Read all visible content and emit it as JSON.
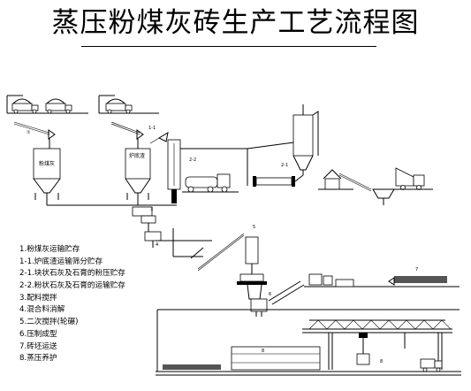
{
  "title": "蒸压粉煤灰砖生产工艺流程图",
  "legend": [
    "1.粉煤灰运输贮存",
    "1-1.炉底渣运输筛分贮存",
    "2-1.块状石灰及石膏的粉压贮存",
    "2-2.粉状石灰及石膏的运输贮存",
    "3.配料搅拌",
    "4.混合料消解",
    "5.二次搅拌(轮碾)",
    "6.压制成型",
    "7.砖坯运送",
    "8.蒸压养护"
  ],
  "silo_labels": {
    "fly_ash": "粉煤灰",
    "bottom_slag": "炉底渣"
  },
  "stage_tags": {
    "s1": "①",
    "s1_1": "1-1",
    "s2_2": "2-2",
    "s2_1": "2-1",
    "s3": "3",
    "s4": "4",
    "s5": "5",
    "s6": "6",
    "s7": "7",
    "s8": "8",
    "s8b": "8"
  }
}
